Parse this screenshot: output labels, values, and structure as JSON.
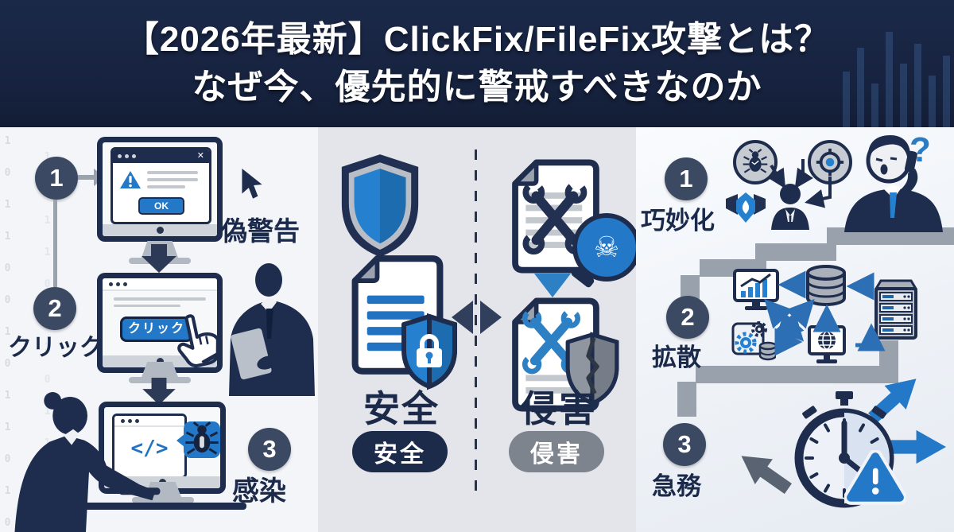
{
  "header": {
    "title_line1": "【2026年最新】ClickFix/FileFix攻撃とは？",
    "title_line2": "なぜ今、優先的に警戒すべきなのか"
  },
  "left_panel": {
    "step1": {
      "number": "1",
      "label": "偽警告"
    },
    "step2": {
      "number": "2",
      "label": "クリック"
    },
    "step3": {
      "number": "3",
      "label": "感染"
    },
    "dialog_ok_label": "OK",
    "click_button_label": "クリック",
    "code_glyph": "</>",
    "binary_texture": "1 0 1 1 0 0 1 0 1 1 0 1 0 0 1 1 0 1 1 0 0 1 0 1 1 0"
  },
  "middle_panel": {
    "safe_heading": "安全",
    "safe_badge": "安全",
    "compromised_heading": "侵害",
    "compromised_badge": "侵害",
    "malware_glyph": "☠"
  },
  "right_panel": {
    "item1": {
      "number": "1",
      "label": "巧妙化"
    },
    "item2": {
      "number": "2",
      "label": "拡散"
    },
    "item3": {
      "number": "3",
      "label": "急務"
    },
    "question_mark": "?"
  },
  "colors": {
    "accent_blue": "#2478c8",
    "navy": "#1b2a4a",
    "header_bg": "#17223c",
    "stair_gray": "#99a1ad"
  }
}
